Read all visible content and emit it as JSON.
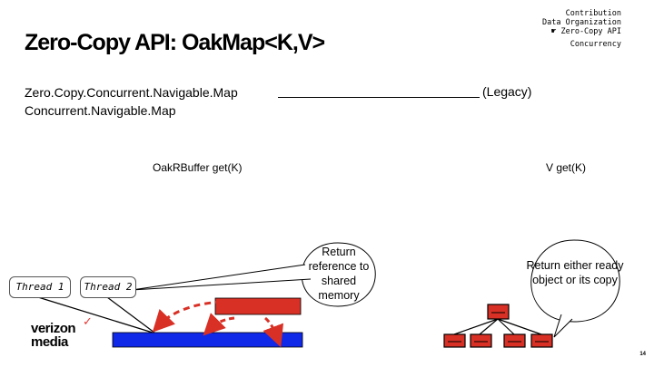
{
  "slide": {
    "title": "Zero-Copy API: OakMap<K,V>",
    "agenda": [
      "Contribution",
      "Data Organization",
      "Zero-Copy API",
      "Concurrency"
    ],
    "agenda_arrow": "☛",
    "left_api": "Zero.Copy.Concurrent.Navigable.Map",
    "left_api_sub": "Concurrent.Navigable.Map",
    "legacy_label": "(Legacy)",
    "get_zero_copy": "OakRBuffer get(K)",
    "get_legacy": "V get(K)",
    "threads": [
      "Thread 1",
      "Thread 2"
    ],
    "callout_left": "Return reference to shared memory",
    "callout_right": "Return either ready object or its copy",
    "logo_top": "verizon",
    "logo_check": "✓",
    "logo_bottom": "media",
    "page_number": "14"
  },
  "colors": {
    "buffer_blue": "#1028e8",
    "value_red": "#d93025",
    "arrow_red": "#d93025",
    "logo_check": "#e53935"
  },
  "icons": {
    "agenda_pointer": "pointing-hand-icon",
    "logo_mark": "check-mark-icon"
  }
}
